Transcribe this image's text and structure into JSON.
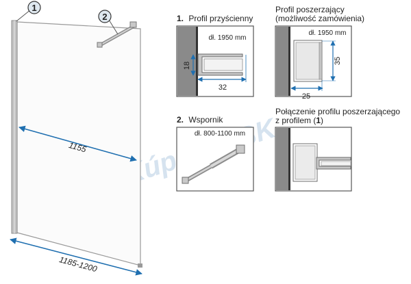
{
  "watermark": "Kúpeľne SK",
  "callouts": {
    "first": "1",
    "second": "2"
  },
  "main_dims": {
    "width_glass": "1155",
    "width_total": "1185-1200"
  },
  "panel_profile": {
    "num": "1.",
    "title": "Profil przyścienny",
    "length": "dł. 1950 mm",
    "dim_h": "18",
    "dim_w": "32"
  },
  "panel_extension": {
    "title_line1": "Profil poszerzający",
    "title_line2": "(możliwość zamówienia)",
    "length": "dł. 1950 mm",
    "dim_h": "35",
    "dim_w": "25"
  },
  "panel_bracket": {
    "num": "2.",
    "title": "Wspornik",
    "length": "dł. 800-1100 mm"
  },
  "panel_connection": {
    "title_line1": "Połączenie profilu poszerzającego",
    "title_line2_prefix": "z profilem (",
    "title_line2_num": "1",
    "title_line2_suffix": ")"
  },
  "colors": {
    "dimension": "#1f6fb0",
    "wall": "#8a8a8a",
    "profile": "#b9b9b9",
    "callout_fill": "#dfe8ef"
  }
}
